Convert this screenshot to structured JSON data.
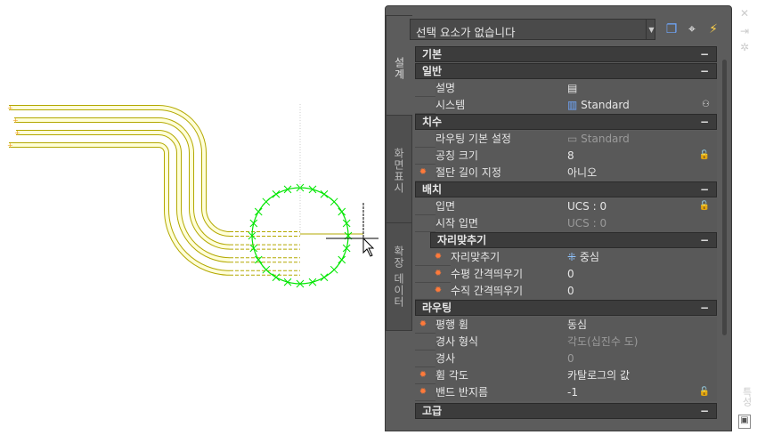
{
  "selection": {
    "value": "선택 요소가 없습니다"
  },
  "toolbar": {
    "icons": [
      "add-to-selection-icon",
      "pick-point-icon",
      "quick-select-icon"
    ]
  },
  "tabs": [
    {
      "label": "설계"
    },
    {
      "label": "화면표시"
    },
    {
      "label": "확장 데이터"
    }
  ],
  "right_strip": {
    "label": "특성",
    "icons": [
      "close-icon",
      "auto-hide-icon",
      "settings-icon",
      "properties-icon"
    ]
  },
  "sections": {
    "basic": "기본",
    "general": "일반",
    "dimensions": "치수",
    "placement": "배치",
    "justify": "자리맞추기",
    "routing": "라우팅",
    "advanced": "고급"
  },
  "rows": {
    "description": {
      "name": "설명",
      "value": ""
    },
    "system": {
      "name": "시스템",
      "value": "Standard"
    },
    "routing_pref": {
      "name": "라우팅 기본 설정",
      "value": "Standard"
    },
    "nominal_size": {
      "name": "공칭 크기",
      "value": "8"
    },
    "cut_length": {
      "name": "절단 길이 지정",
      "value": "아니오"
    },
    "elevation": {
      "name": "입면",
      "value": "UCS : 0"
    },
    "start_elevation": {
      "name": "시작 입면",
      "value": "UCS : 0"
    },
    "justify": {
      "name": "자리맞추기",
      "value": "중심"
    },
    "h_spacing": {
      "name": "수평 간격띄우기",
      "value": "0"
    },
    "v_spacing": {
      "name": "수직 간격띄우기",
      "value": "0"
    },
    "parallel_bend": {
      "name": "평행 휨",
      "value": "동심"
    },
    "slope_format": {
      "name": "경사 형식",
      "value": "각도(십진수 도)"
    },
    "slope": {
      "name": "경사",
      "value": "0"
    },
    "bend_angle": {
      "name": "휨 각도",
      "value": "카탈로그의 값"
    },
    "bend_radius": {
      "name": "밴드 반지름",
      "value": "-1"
    }
  },
  "colors": {
    "pipe": "#b3a800",
    "pipe_fill": "#ffffd8",
    "grip": "#00e600"
  }
}
